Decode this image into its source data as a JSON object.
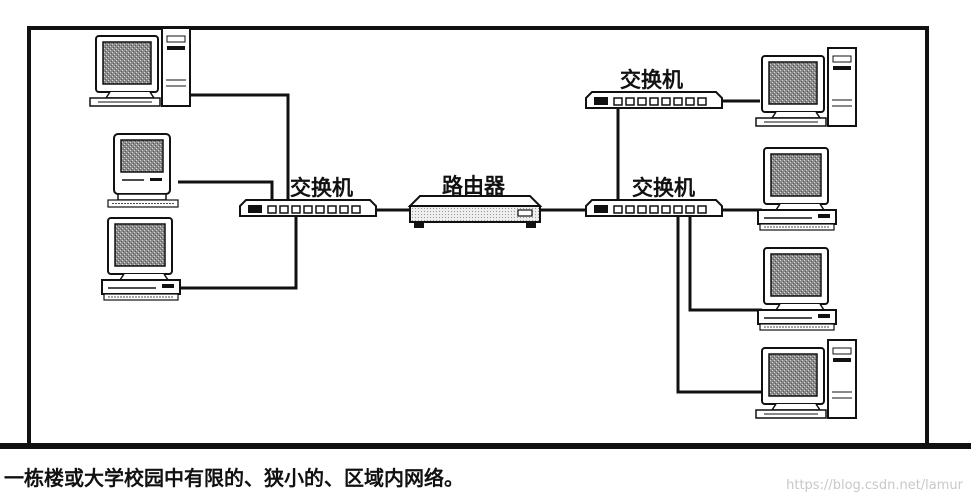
{
  "labels": {
    "left_switch": "交换机",
    "router": "路由器",
    "right_top_switch": "交换机",
    "right_mid_switch": "交换机"
  },
  "caption": "一栋楼或大学校园中有限的、狭小的、区域内网络。",
  "watermark": "https://blog.csdn.net/lamur",
  "icons": [
    "computer-icon",
    "switch-icon",
    "router-icon"
  ]
}
